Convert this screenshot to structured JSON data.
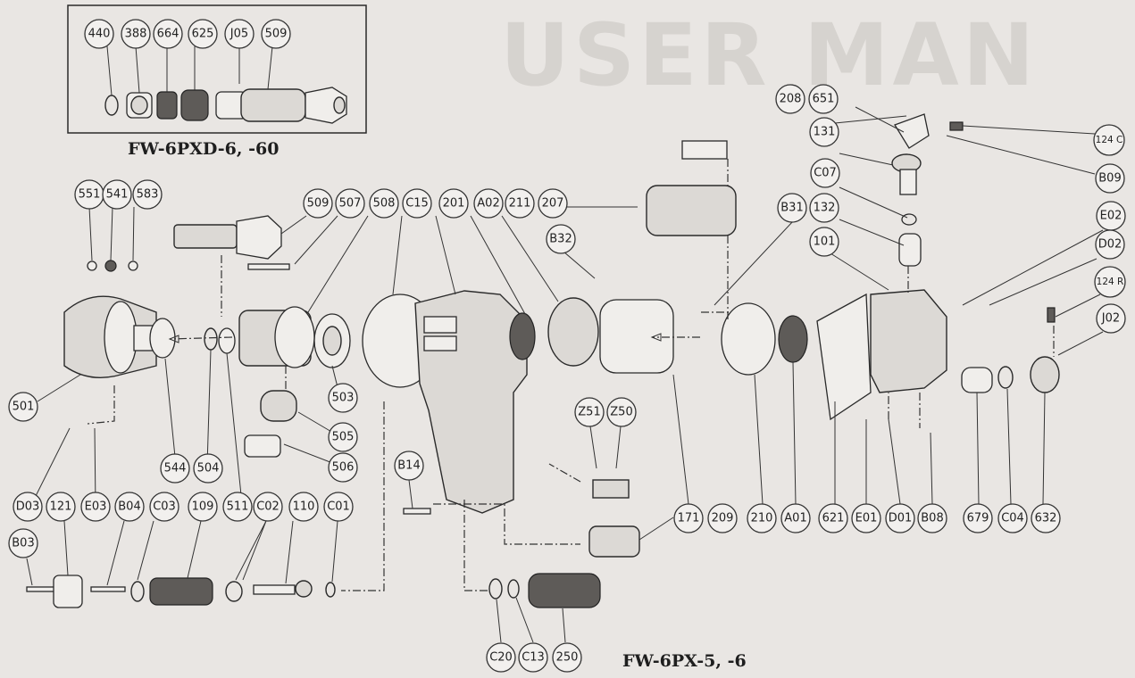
{
  "captions": {
    "inset_model": "FW-6PXD-6, -60",
    "main_model": "FW-6PX-5, -6"
  },
  "watermark_text": "USER MAN",
  "parts": [
    "440",
    "388",
    "664",
    "625",
    "J05",
    "509",
    "208",
    "651",
    "124 C",
    "131",
    "B09",
    "C07",
    "132",
    "B31",
    "101",
    "E02",
    "D02",
    "124 R",
    "J02",
    "551",
    "541",
    "583",
    "507",
    "508",
    "C15",
    "201",
    "A02",
    "211",
    "207",
    "B32",
    "501",
    "503",
    "505",
    "506",
    "544",
    "504",
    "Z51",
    "Z50",
    "B14",
    "D03",
    "121",
    "E03",
    "B04",
    "C03",
    "109",
    "511",
    "C02",
    "110",
    "C01",
    "B03",
    "171",
    "209",
    "210",
    "A01",
    "621",
    "E01",
    "D01",
    "B08",
    "679",
    "C04",
    "632",
    "C20",
    "C13",
    "250"
  ],
  "colors": {
    "background": "#e9e6e3",
    "ink": "#2a2a2a"
  }
}
